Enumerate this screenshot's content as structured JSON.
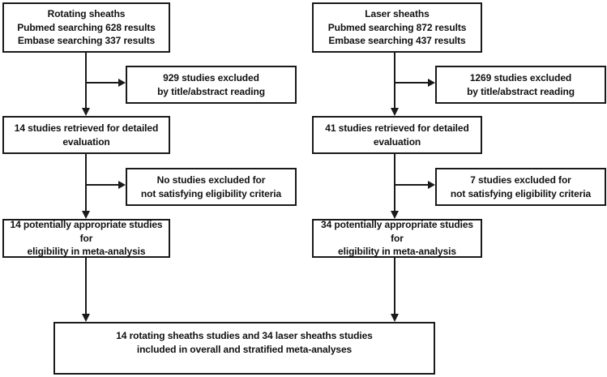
{
  "colors": {
    "line": "#1a1a1a",
    "background": "#ffffff",
    "text": "#111111"
  },
  "columns": {
    "left": {
      "source": {
        "title": "Rotating sheaths",
        "lines": [
          "Pubmed searching 628 results",
          "Embase searching 337 results"
        ]
      },
      "excluded_screening": {
        "lines": [
          "929 studies excluded",
          "by title/abstract reading"
        ]
      },
      "retrieved": {
        "lines": [
          "14 studies retrieved for detailed",
          "evaluation"
        ]
      },
      "excluded_eligibility": {
        "lines": [
          "No studies excluded for",
          "not satisfying eligibility criteria"
        ]
      },
      "appropriate": {
        "lines": [
          "14 potentially appropriate studies for",
          "eligibility in meta-analysis"
        ]
      }
    },
    "right": {
      "source": {
        "title": "Laser sheaths",
        "lines": [
          "Pubmed searching 872 results",
          "Embase searching 437 results"
        ]
      },
      "excluded_screening": {
        "lines": [
          "1269 studies excluded",
          "by title/abstract reading"
        ]
      },
      "retrieved": {
        "lines": [
          "41 studies retrieved for detailed",
          "evaluation"
        ]
      },
      "excluded_eligibility": {
        "lines": [
          "7 studies excluded for",
          "not satisfying eligibility criteria"
        ]
      },
      "appropriate": {
        "lines": [
          "34 potentially appropriate studies for",
          "eligibility in meta-analysis"
        ]
      }
    }
  },
  "final_box": {
    "lines": [
      "14 rotating sheaths studies and 34 laser sheaths studies",
      "included in overall and stratified meta-analyses"
    ]
  }
}
